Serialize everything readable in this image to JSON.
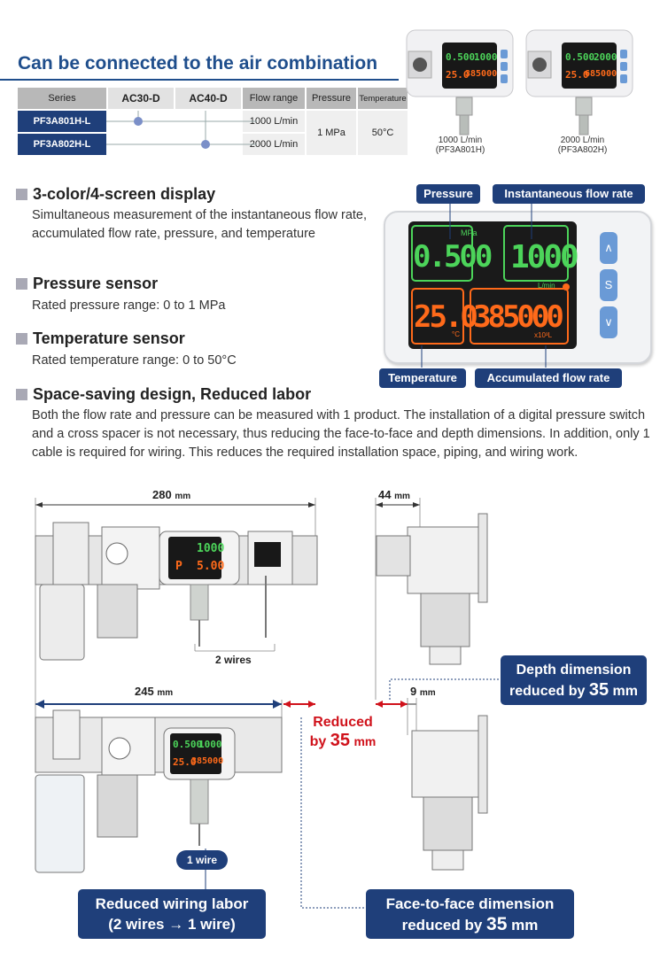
{
  "title": "Can be connected to the air combination",
  "table": {
    "headers": [
      "Series",
      "AC30-D",
      "AC40-D",
      "Flow range",
      "Pressure",
      "Temperature"
    ],
    "rows": [
      {
        "series": "PF3A801H-L",
        "flow": "1000 L/min"
      },
      {
        "series": "PF3A802H-L",
        "flow": "2000 L/min"
      }
    ],
    "pressure": "1 MPa",
    "temperature": "50°C"
  },
  "products": [
    {
      "disp_top_left": "0.500",
      "disp_top_right": "1000",
      "disp_bot_left": "25.0",
      "disp_bot_right": "385000",
      "caption1": "1000 L/min",
      "caption2": "(PF3A801H)"
    },
    {
      "disp_top_left": "0.500",
      "disp_top_right": "2000",
      "disp_bot_left": "25.0",
      "disp_bot_right": "685000",
      "caption1": "2000 L/min",
      "caption2": "(PF3A802H)"
    }
  ],
  "features": [
    {
      "heading": "3-color/4-screen display",
      "text": "Simultaneous measurement of the instantaneous flow rate, accumulated flow rate, pressure, and temperature"
    },
    {
      "heading": "Pressure sensor",
      "text": "Rated pressure range: 0 to 1 MPa"
    },
    {
      "heading": "Temperature sensor",
      "text": "Rated temperature range: 0 to 50°C"
    },
    {
      "heading": "Space-saving design, Reduced labor",
      "text": "Both the flow rate and pressure can be measured with 1 product. The installation of a digital pressure switch and a cross spacer is not necessary, thus reducing the face-to-face and depth dimensions. In addition, only 1 cable is required for wiring. This reduces the required installation space, piping, and wiring work."
    }
  ],
  "display": {
    "labels": {
      "pressure": "Pressure",
      "instantaneous": "Instantaneous flow rate",
      "temperature": "Temperature",
      "accumulated": "Accumulated flow rate"
    },
    "pressure_value": "0.500",
    "pressure_unit": "MPa",
    "flow_value": "1000",
    "flow_unit": "L/min",
    "temp_value": "25.0",
    "temp_unit": "°C",
    "accum_value": "385000",
    "accum_unit": "x10³L",
    "buttons": [
      "∧",
      "S",
      "∨"
    ]
  },
  "diagram": {
    "dim_280": "280",
    "dim_44": "44",
    "dim_245": "245",
    "dim_9": "9",
    "unit": "mm",
    "two_wires": "2 wires",
    "one_wire": "1 wire",
    "device_top_a": "1000",
    "device_top_p": "P",
    "device_top_b": "5.00",
    "device_bot_a": "0.500",
    "device_bot_b": "1000",
    "device_bot_c": "25.0",
    "device_bot_d": "385000",
    "reduced_line1": "Reduced",
    "reduced_line2": "by",
    "reduced_value": "35",
    "depth_line1": "Depth dimension",
    "depth_line2": "reduced by",
    "depth_value": "35",
    "wiring_line1": "Reduced wiring labor",
    "wiring_line2": "(2 wires → 1 wire)",
    "face_line1": "Face-to-face dimension",
    "face_line2": "reduced by",
    "face_value": "35"
  },
  "colors": {
    "navy": "#1f3f7a",
    "green": "#4cd45a",
    "orange": "#ff6a1a",
    "red": "#d0121b"
  }
}
